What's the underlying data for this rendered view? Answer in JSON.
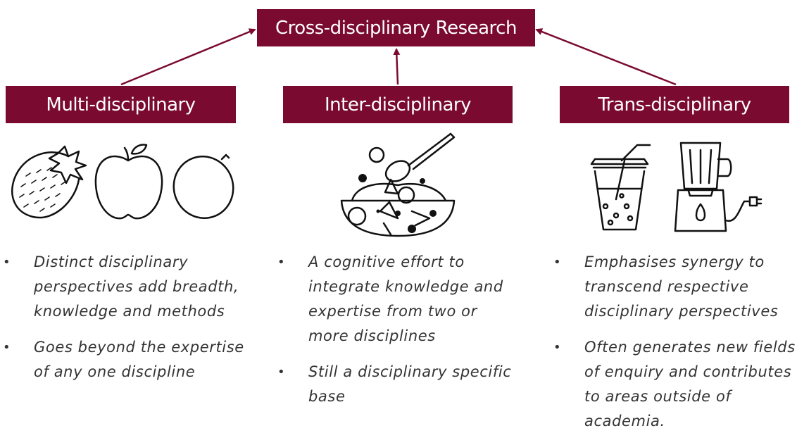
{
  "top": {
    "label": "Cross-disciplinary Research"
  },
  "columns": [
    {
      "label": "Multi-disciplinary",
      "icon": "three-fruits-icon",
      "bullets": [
        "Distinct disciplinary perspectives add breadth, knowledge and methods",
        "Goes beyond the expertise of any one discipline"
      ]
    },
    {
      "label": "Inter-disciplinary",
      "icon": "fruit-salad-bowl-icon",
      "bullets": [
        "A cognitive effort to integrate knowledge and expertise from two or more disciplines",
        "Still a disciplinary specific base"
      ]
    },
    {
      "label": "Trans-disciplinary",
      "icon": "smoothie-blender-icon",
      "bullets": [
        "Emphasises synergy to transcend respective disciplinary perspectives",
        " Often generates new fields of enquiry and contributes to areas outside of academia."
      ]
    }
  ],
  "colors": {
    "box": "#7a0a30",
    "text": "#333333"
  }
}
